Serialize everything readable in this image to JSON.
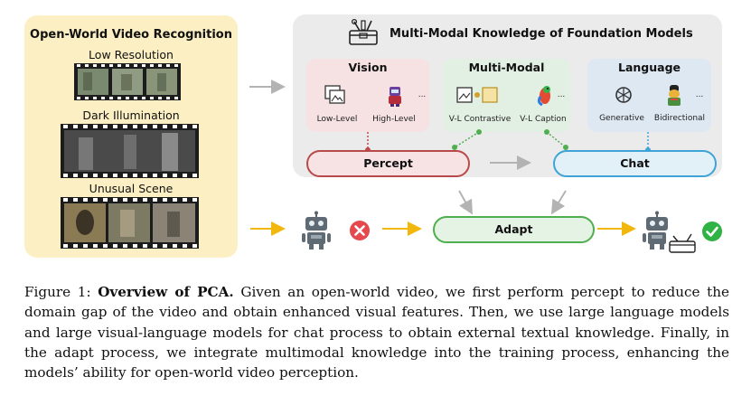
{
  "left_panel": {
    "title": "Open-World Video Recognition",
    "items": [
      "Low Resolution",
      "Dark Illumination",
      "Unusual Scene"
    ]
  },
  "knowledge": {
    "title": "Multi-Modal Knowledge of Foundation Models",
    "vision": {
      "title": "Vision",
      "labels": [
        "Low-Level",
        "High-Level"
      ],
      "more": "..."
    },
    "multimodal": {
      "title": "Multi-Modal",
      "labels": [
        "V-L Contrastive",
        "V-L Caption"
      ],
      "more": "..."
    },
    "language": {
      "title": "Language",
      "labels": [
        "Generative",
        "Bidirectional"
      ],
      "more": "..."
    }
  },
  "stages": {
    "percept": "Percept",
    "chat": "Chat",
    "adapt": "Adapt"
  },
  "caption": {
    "prefix": "Figure 1: ",
    "bold": "Overview of PCA.",
    "text": " Given an open-world video, we first perform percept to reduce the domain gap of the video and obtain enhanced visual features. Then, we use large language models and large visual-language models for chat process to obtain external textual knowledge. Finally, in the adapt process, we integrate multimodal knowledge into the training process, enhancing the models’ ability for open-world video perception."
  },
  "colors": {
    "left_bg": "#fbefc3",
    "panel_bg": "#ebebeb",
    "vision_bg": "#f6e2e2",
    "mm_bg": "#e2f0e3",
    "lang_bg": "#dde8f2",
    "percept_border": "#b84a4a",
    "chat_border": "#3ea3d6",
    "adapt_border": "#4fae4f",
    "adapt_bg": "#e4f3e4",
    "arrow_yellow": "#f2b70d",
    "arrow_gray": "#b3b3b3"
  }
}
